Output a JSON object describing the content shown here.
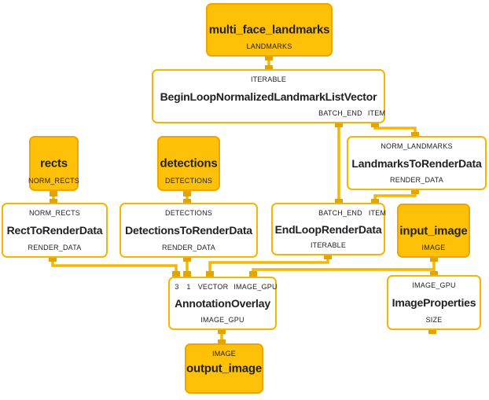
{
  "colors": {
    "node_fill_amber": "#FFC107",
    "node_border_amber": "#F0A400",
    "white_node_border": "#F7B500",
    "edge_gold": "#F5B800",
    "port_connector": "#E2A400",
    "text": "#202124",
    "background": "#FFFFFF"
  },
  "nodes": {
    "multi_face_landmarks": {
      "title": "multi_face_landmarks",
      "port_bottom": "LANDMARKS"
    },
    "begin_loop": {
      "title": "BeginLoopNormalizedLandmarkListVector",
      "port_top": "ITERABLE",
      "ports_bottom": [
        "BATCH_END",
        "ITEM"
      ]
    },
    "landmarks_to_render_data": {
      "title": "LandmarksToRenderData",
      "port_top": "NORM_LANDMARKS",
      "port_bottom": "RENDER_DATA"
    },
    "rects": {
      "title": "rects",
      "port_bottom": "NORM_RECTS"
    },
    "rect_to_render_data": {
      "title": "RectToRenderData",
      "port_top": "NORM_RECTS",
      "port_bottom": "RENDER_DATA"
    },
    "detections": {
      "title": "detections",
      "port_bottom": "DETECTIONS"
    },
    "detections_to_render_data": {
      "title": "DetectionsToRenderData",
      "port_top": "DETECTIONS",
      "port_bottom": "RENDER_DATA"
    },
    "end_loop_render_data": {
      "title": "EndLoopRenderData",
      "ports_top": [
        "BATCH_END",
        "ITEM"
      ],
      "port_bottom": "ITERABLE"
    },
    "input_image": {
      "title": "input_image",
      "port_bottom": "IMAGE"
    },
    "annotation_overlay": {
      "title": "AnnotationOverlay",
      "ports_top": [
        "3",
        "1",
        "VECTOR",
        "IMAGE_GPU"
      ],
      "port_bottom": "IMAGE_GPU"
    },
    "image_properties": {
      "title": "ImageProperties",
      "port_top": "IMAGE_GPU",
      "port_bottom": "SIZE"
    },
    "output_image": {
      "title": "output_image",
      "port_top": "IMAGE"
    }
  },
  "edges": [
    {
      "from": "multi_face_landmarks:LANDMARKS",
      "to": "BeginLoopNormalizedLandmarkListVector:ITERABLE"
    },
    {
      "from": "BeginLoopNormalizedLandmarkListVector:BATCH_END",
      "to": "EndLoopRenderData:BATCH_END"
    },
    {
      "from": "BeginLoopNormalizedLandmarkListVector:ITEM",
      "to": "LandmarksToRenderData:NORM_LANDMARKS"
    },
    {
      "from": "LandmarksToRenderData:RENDER_DATA",
      "to": "EndLoopRenderData:ITEM"
    },
    {
      "from": "rects:NORM_RECTS",
      "to": "RectToRenderData:NORM_RECTS"
    },
    {
      "from": "detections:DETECTIONS",
      "to": "DetectionsToRenderData:DETECTIONS"
    },
    {
      "from": "RectToRenderData:RENDER_DATA",
      "to": "AnnotationOverlay:3"
    },
    {
      "from": "DetectionsToRenderData:RENDER_DATA",
      "to": "AnnotationOverlay:1"
    },
    {
      "from": "EndLoopRenderData:ITERABLE",
      "to": "AnnotationOverlay:VECTOR"
    },
    {
      "from": "input_image:IMAGE",
      "to": "AnnotationOverlay:IMAGE_GPU"
    },
    {
      "from": "input_image:IMAGE",
      "to": "ImageProperties:IMAGE_GPU"
    },
    {
      "from": "AnnotationOverlay:IMAGE_GPU",
      "to": "output_image:IMAGE"
    }
  ]
}
